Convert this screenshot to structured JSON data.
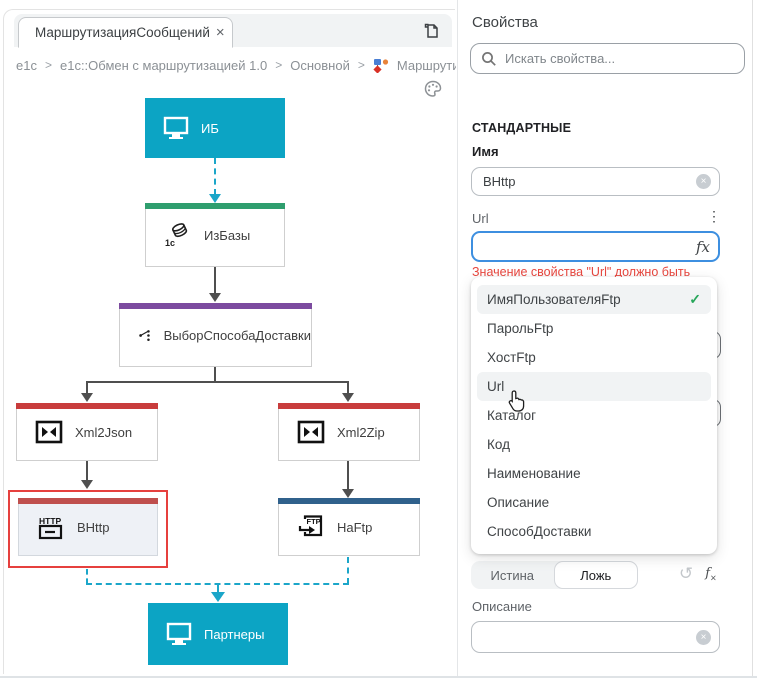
{
  "tab": {
    "title": "МаршрутизацияСообщений",
    "close_label": "×"
  },
  "breadcrumb": {
    "items": [
      "e1c",
      "e1c::Обмен с маршрутизацией 1.0",
      "Основной",
      "Маршрути"
    ],
    "separator": ">"
  },
  "diagram": {
    "nodes": [
      {
        "id": "ib",
        "label": "ИБ",
        "kind": "endpoint",
        "color": "#0ca4c4"
      },
      {
        "id": "izbazy",
        "label": "ИзБазы",
        "bar_color": "#2f9e6e"
      },
      {
        "id": "vybor",
        "label": "ВыборСпособаДоставки",
        "bar_color": "#7c4b9f"
      },
      {
        "id": "xml2json",
        "label": "Xml2Json",
        "bar_color": "#c83c3c"
      },
      {
        "id": "xml2zip",
        "label": "Xml2Zip",
        "bar_color": "#c83c3c"
      },
      {
        "id": "vhttp",
        "label": "ВHttp",
        "bar_color": "#bf4f4d",
        "selected": true,
        "selection_color": "#e6403e"
      },
      {
        "id": "naftp",
        "label": "НаFtp",
        "bar_color": "#30618c"
      },
      {
        "id": "partnery",
        "label": "Партнеры",
        "kind": "endpoint",
        "color": "#0ca4c4"
      }
    ],
    "connector_colors": {
      "solid": "#4f4f4f",
      "dashed": "#1ba6c9"
    }
  },
  "properties": {
    "title": "Свойства",
    "search_placeholder": "Искать свойства...",
    "section": "СТАНДАРТНЫЕ",
    "name_label": "Имя",
    "name_value": "ВHttp",
    "url_label": "Url",
    "url_value": "",
    "url_error": "Значение свойства \"Url\" должно быть",
    "dropdown": {
      "items": [
        {
          "label": "ИмяПользователяFtp",
          "checked": true
        },
        {
          "label": "ПарольFtp"
        },
        {
          "label": "ХостFtp"
        },
        {
          "label": "Url",
          "hovered": true
        },
        {
          "label": "Каталог"
        },
        {
          "label": "Код"
        },
        {
          "label": "Наименование"
        },
        {
          "label": "Описание"
        },
        {
          "label": "СпособДоставки"
        }
      ]
    },
    "bool_toggle": {
      "true_label": "Истина",
      "false_label": "Ложь",
      "selected": "Ложь"
    },
    "desc_label": "Описание",
    "desc_value": ""
  },
  "colors": {
    "accent_teal": "#0ca4c4",
    "dashed_teal": "#1ba6c9",
    "green_bar": "#2f9e6e",
    "purple_bar": "#7c4b9f",
    "red_bar": "#c83c3c",
    "steel_bar": "#30618c",
    "selection_red": "#e6403e",
    "error_red": "#e8473f",
    "check_green": "#27a65a",
    "focus_blue": "#3d8fe0"
  }
}
